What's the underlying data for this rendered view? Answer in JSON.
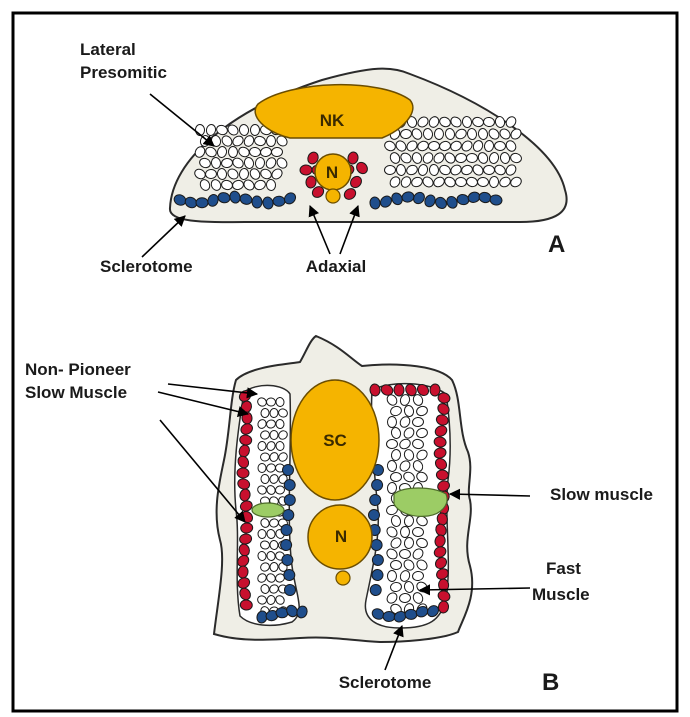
{
  "panel_a": {
    "panel_letter": "A",
    "labels": {
      "lateral_line1": "Lateral",
      "lateral_line2": "Presomitic",
      "sclerotome": "Sclerotome",
      "adaxial": "Adaxial",
      "nk": "NK",
      "n": "N"
    }
  },
  "panel_b": {
    "panel_letter": "B",
    "labels": {
      "nonpioneer_line1": "Non- Pioneer",
      "nonpioneer_line2": "Slow Muscle",
      "slow_muscle": "Slow muscle",
      "fast_line1": "Fast",
      "fast_line2": "Muscle",
      "sclerotome": "Sclerotome",
      "sc": "SC",
      "n": "N"
    }
  },
  "colors": {
    "yolk": "#f5b400",
    "red_cells": "#c8102e",
    "blue_cells": "#1f4e8c",
    "green_muscle": "#9ccc65",
    "tissue": "#efeee6"
  }
}
